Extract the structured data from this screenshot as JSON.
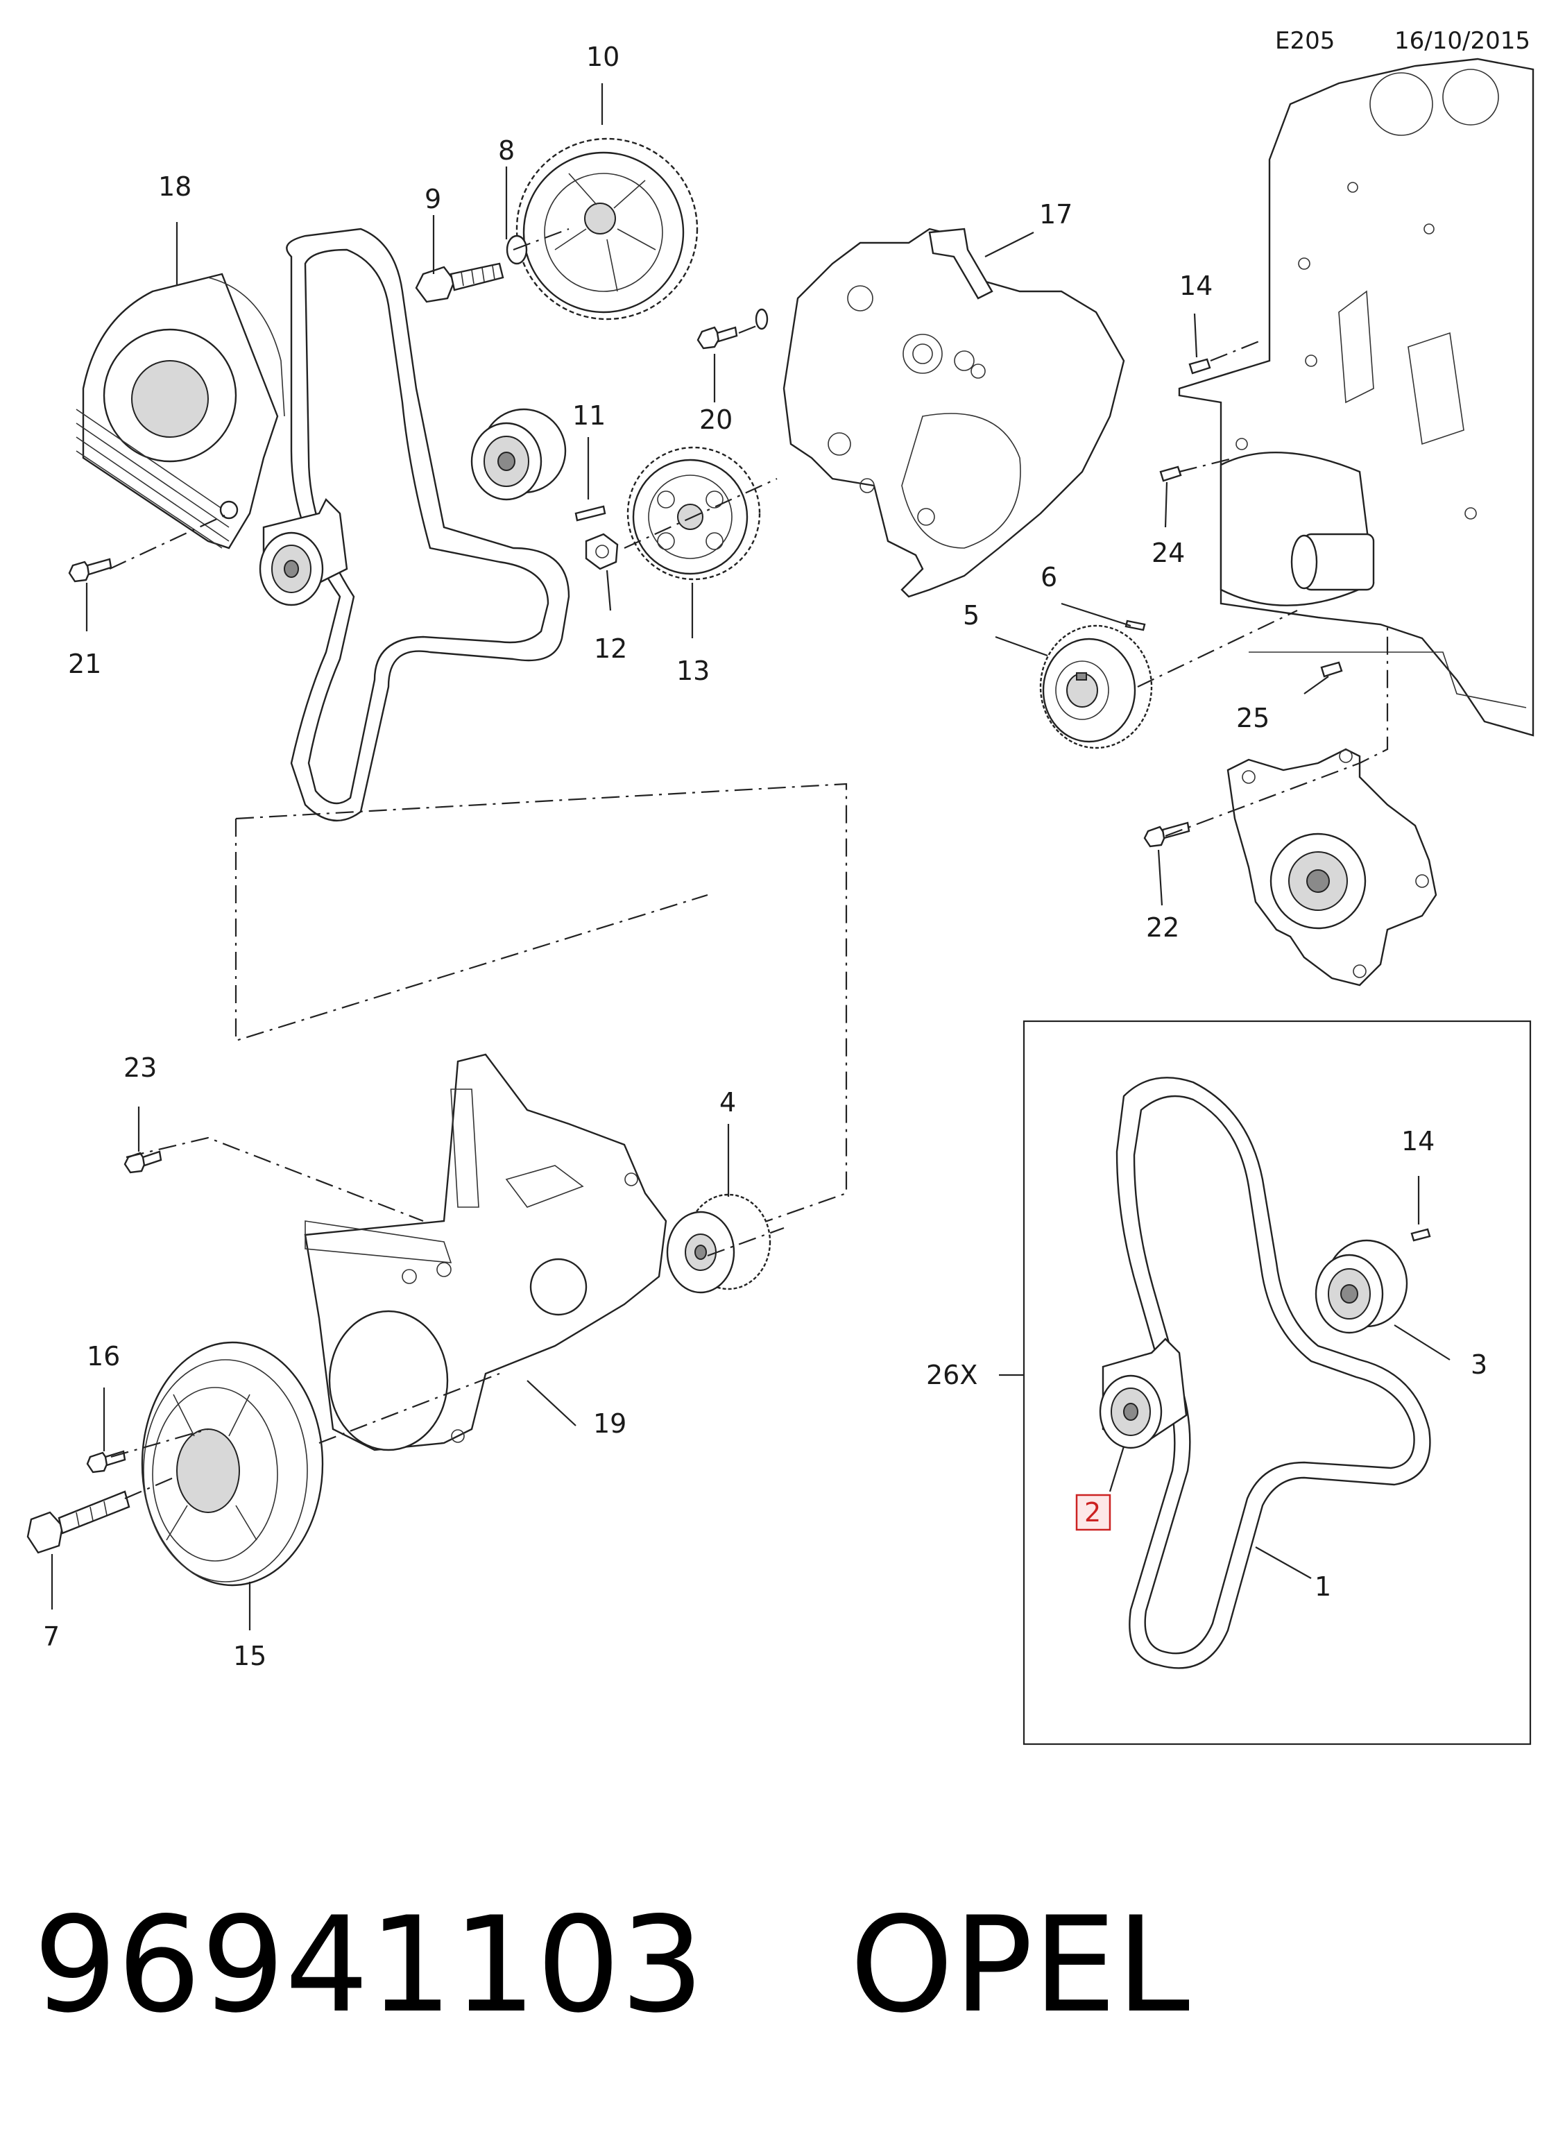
{
  "header": {
    "code": "E205",
    "date": "16/10/2015"
  },
  "footer": {
    "part_number": "96941103",
    "brand": "OPEL"
  },
  "callouts": {
    "c1": "1",
    "c2": "2",
    "c3": "3",
    "c4": "4",
    "c5": "5",
    "c6": "6",
    "c7": "7",
    "c8": "8",
    "c9": "9",
    "c10": "10",
    "c11": "11",
    "c12": "12",
    "c13": "13",
    "c14": "14",
    "c14b": "14",
    "c15": "15",
    "c16": "16",
    "c17": "17",
    "c18": "18",
    "c19": "19",
    "c20": "20",
    "c21": "21",
    "c22": "22",
    "c23": "23",
    "c24": "24",
    "c25": "25",
    "c26x": "26X"
  },
  "colors": {
    "line": "#222222",
    "highlight_box": "#cc2222",
    "highlight_fill": "#fde8e8"
  }
}
